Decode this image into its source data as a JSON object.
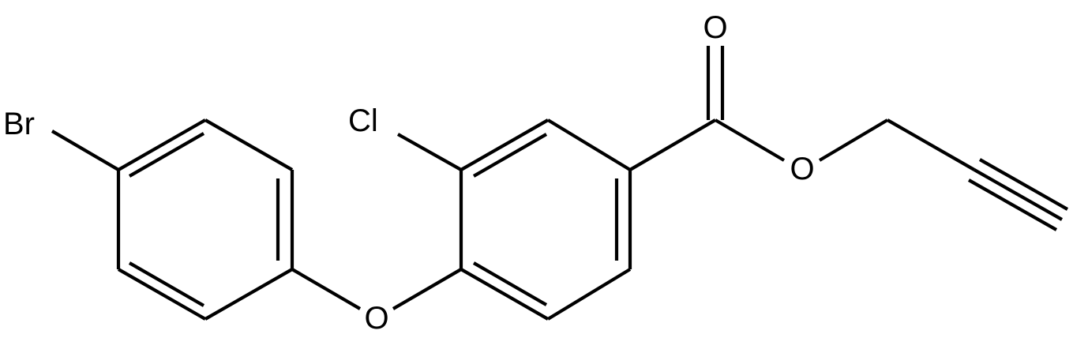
{
  "atoms": {
    "bromine": "Br",
    "chlorine": "Cl",
    "ether_oxygen": "O",
    "carbonyl_oxygen": "O",
    "ester_oxygen": "O"
  },
  "colors": {
    "bond": "#000000",
    "background": "#ffffff"
  }
}
